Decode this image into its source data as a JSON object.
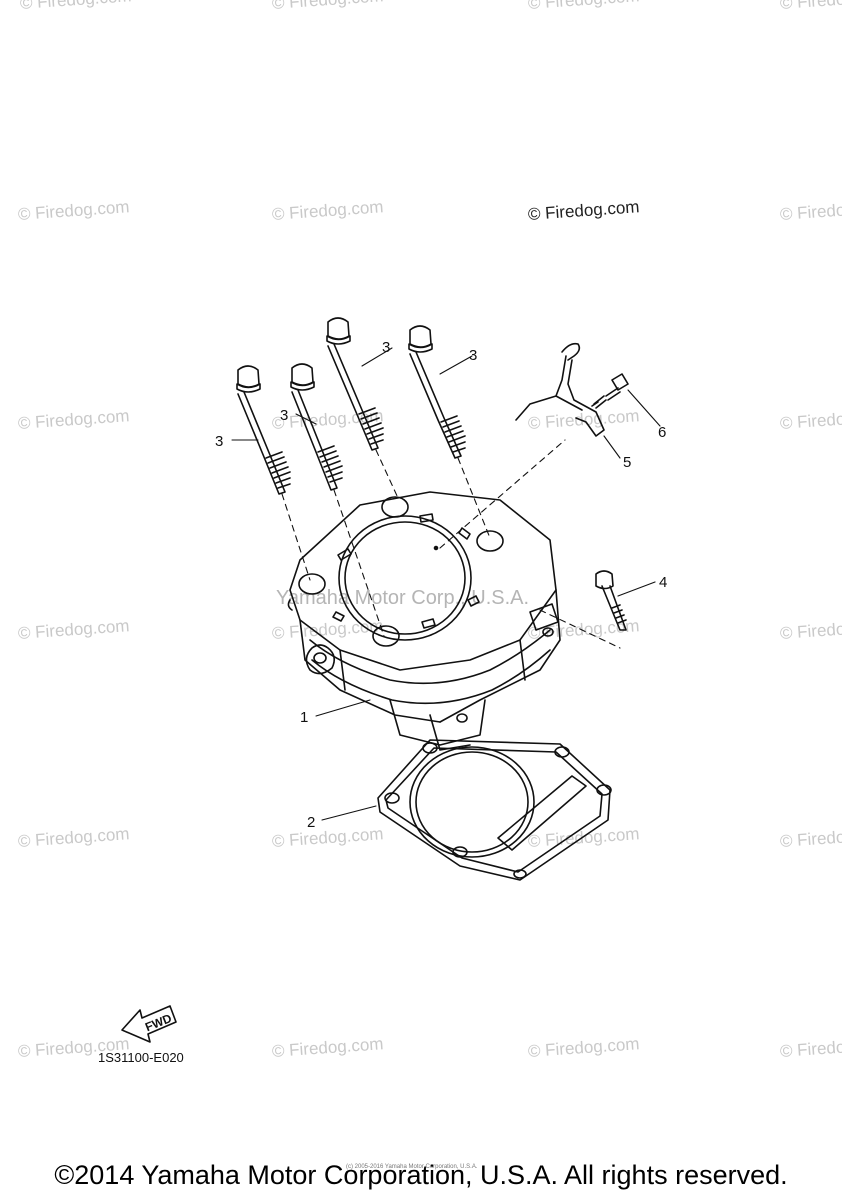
{
  "watermark": "© Firedog.com",
  "center_watermark": "Yamaha Motor Corp., U.S.A.",
  "callouts": {
    "c1": "1",
    "c2": "2",
    "c3a": "3",
    "c3b": "3",
    "c3c": "3",
    "c3d": "3",
    "c4": "4",
    "c5": "5",
    "c6": "6"
  },
  "fwd_label": "FWD",
  "part_code": "1S31100-E020",
  "tiny_note": "(c) 2005-2016 Yamaha Motor Corporation, U.S.A.",
  "copyright": "©2014 Yamaha Motor Corporation, U.S.A. All rights reserved."
}
